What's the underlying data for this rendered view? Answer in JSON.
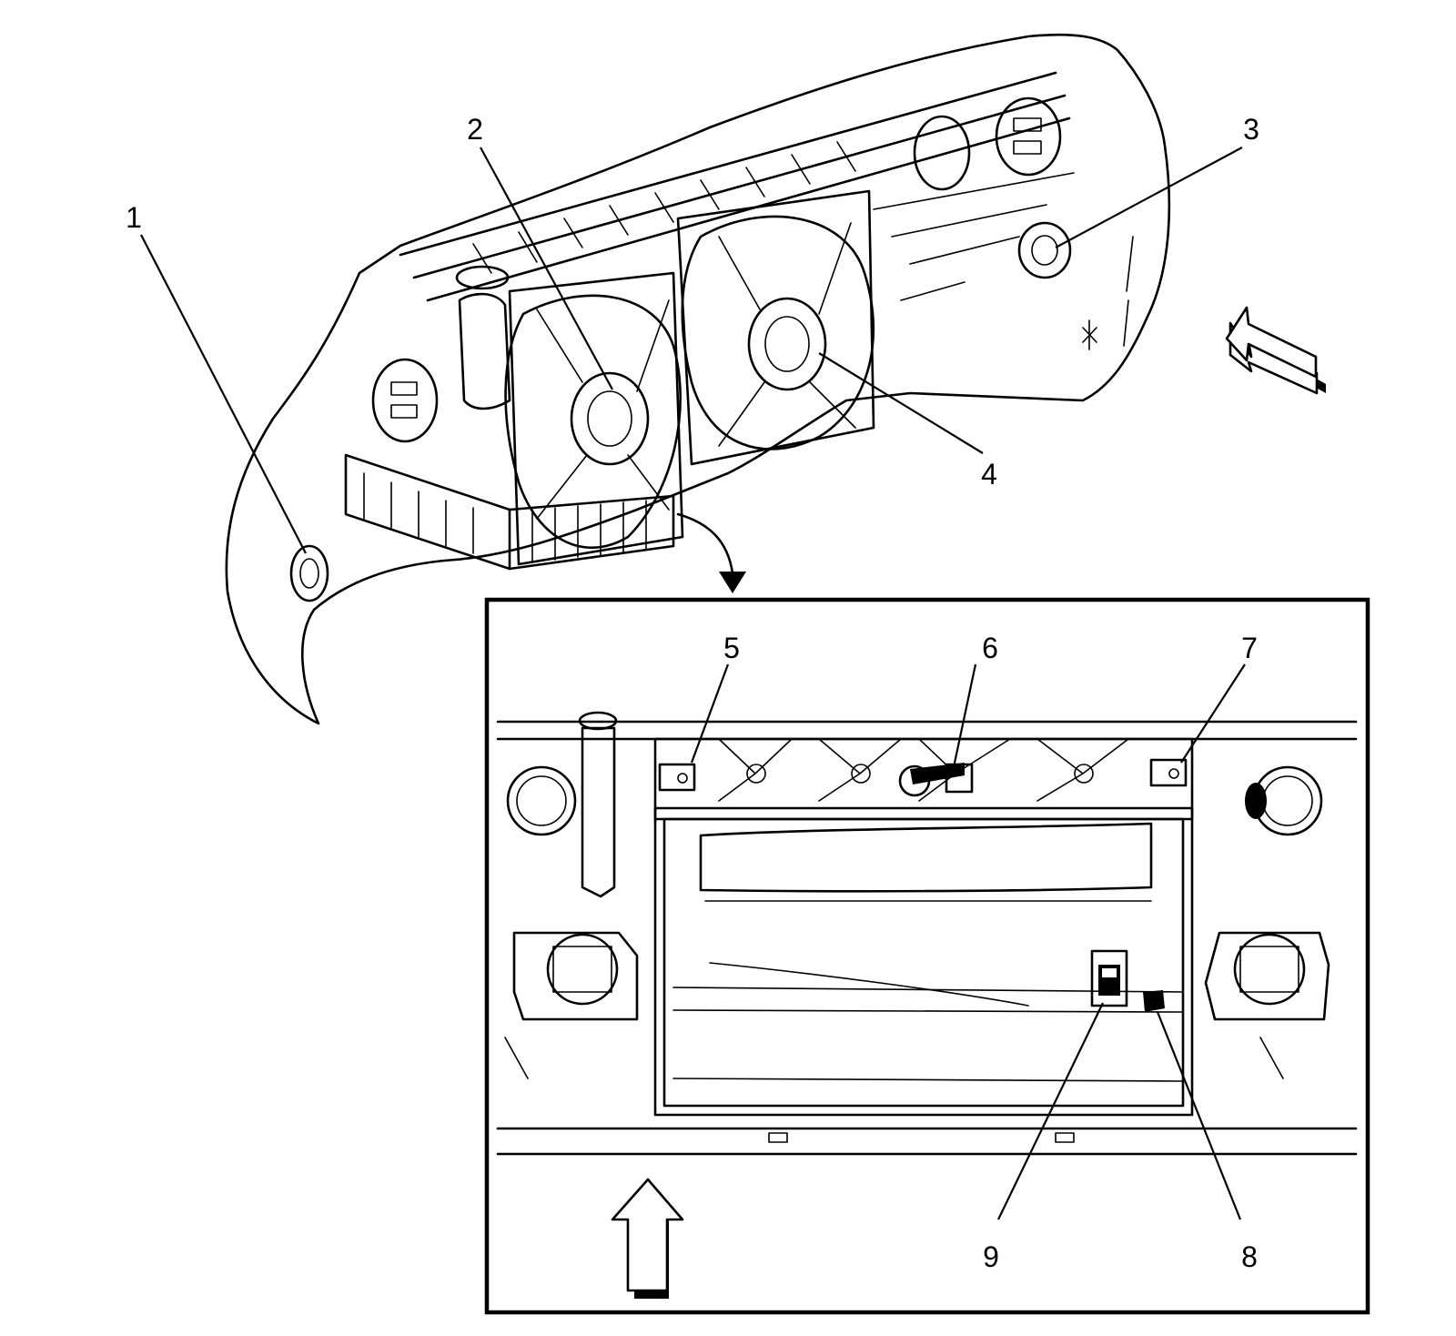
{
  "callouts": [
    {
      "id": "1",
      "text": "1"
    },
    {
      "id": "2",
      "text": "2"
    },
    {
      "id": "3",
      "text": "3"
    },
    {
      "id": "4",
      "text": "4"
    },
    {
      "id": "5",
      "text": "5"
    },
    {
      "id": "6",
      "text": "6"
    },
    {
      "id": "7",
      "text": "7"
    },
    {
      "id": "8",
      "text": "8"
    },
    {
      "id": "9",
      "text": "9"
    }
  ],
  "colors": {
    "ink": "#000000",
    "paper": "#ffffff"
  },
  "icons": {
    "overview_view": "vehicle-front-end-isometric-illustration",
    "detail_view": "radiator-support-front-view-inset",
    "overview_direction": "view-direction-arrow-icon",
    "detail_direction": "view-direction-arrow-icon",
    "zoom_link": "curved-zoom-arrow-icon"
  }
}
